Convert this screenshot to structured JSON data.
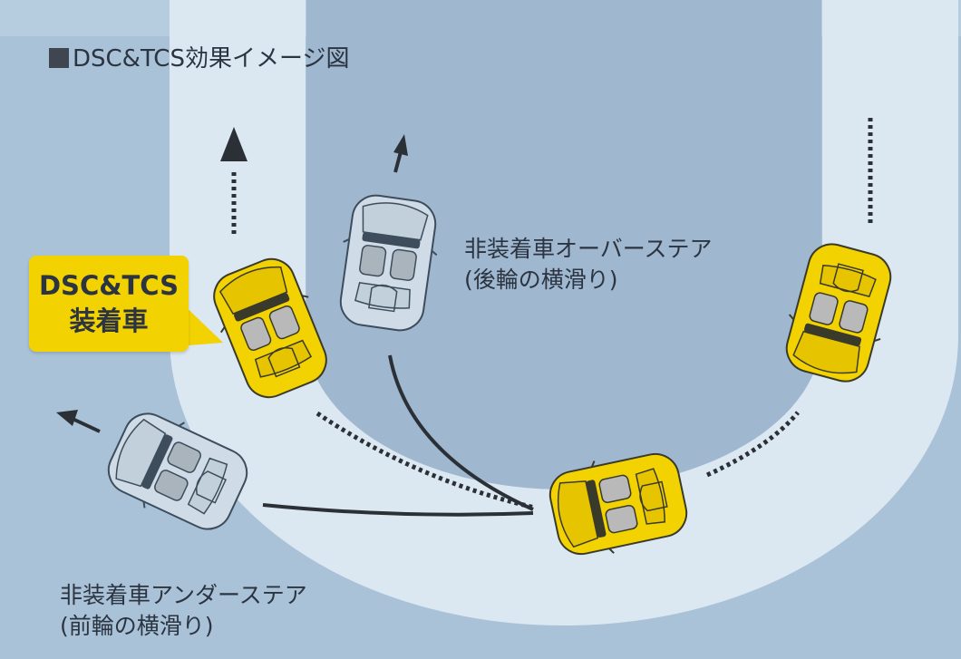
{
  "title": "DSC&TCS効果イメージ図",
  "callout": {
    "line1": "DSC&TCS",
    "line2": "装着車"
  },
  "oversteer_label": {
    "line1": "非装着車オーバーステア",
    "line2": "(後輪の横滑り)"
  },
  "understeer_label": {
    "line1": "非装着車アンダーステア",
    "line2": "(前輪の横滑り)"
  },
  "colors": {
    "background": "#a9c2d8",
    "road": "#dbe7f1",
    "inner_field": "#9fb8d0",
    "equipped_car": "#f2d200",
    "unequipped_car": "#cfdbe6",
    "path_line": "#2b3036",
    "callout": "#f2d200"
  },
  "icons": [
    "yellow-car-icon",
    "white-car-icon",
    "direction-arrow-icon"
  ]
}
